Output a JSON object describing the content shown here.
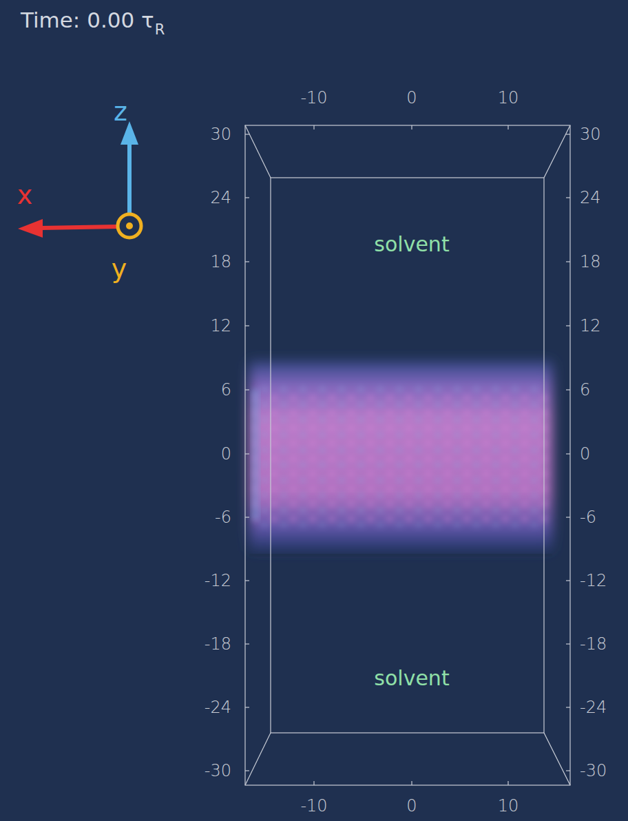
{
  "diagram": {
    "title": "Time: 0.00 τ",
    "labels": [
      "R",
      "z",
      "x",
      "y",
      "-10",
      "0",
      "10",
      "30",
      "24",
      "18",
      "12",
      "6",
      "0",
      "-6",
      "-12",
      "-18",
      "-24",
      "-30",
      "30",
      "24",
      "18",
      "12",
      "6",
      "0",
      "-6",
      "-12",
      "-18",
      "-24",
      "-30",
      "-10",
      "0",
      "10",
      "solvent",
      "solvent"
    ]
  }
}
